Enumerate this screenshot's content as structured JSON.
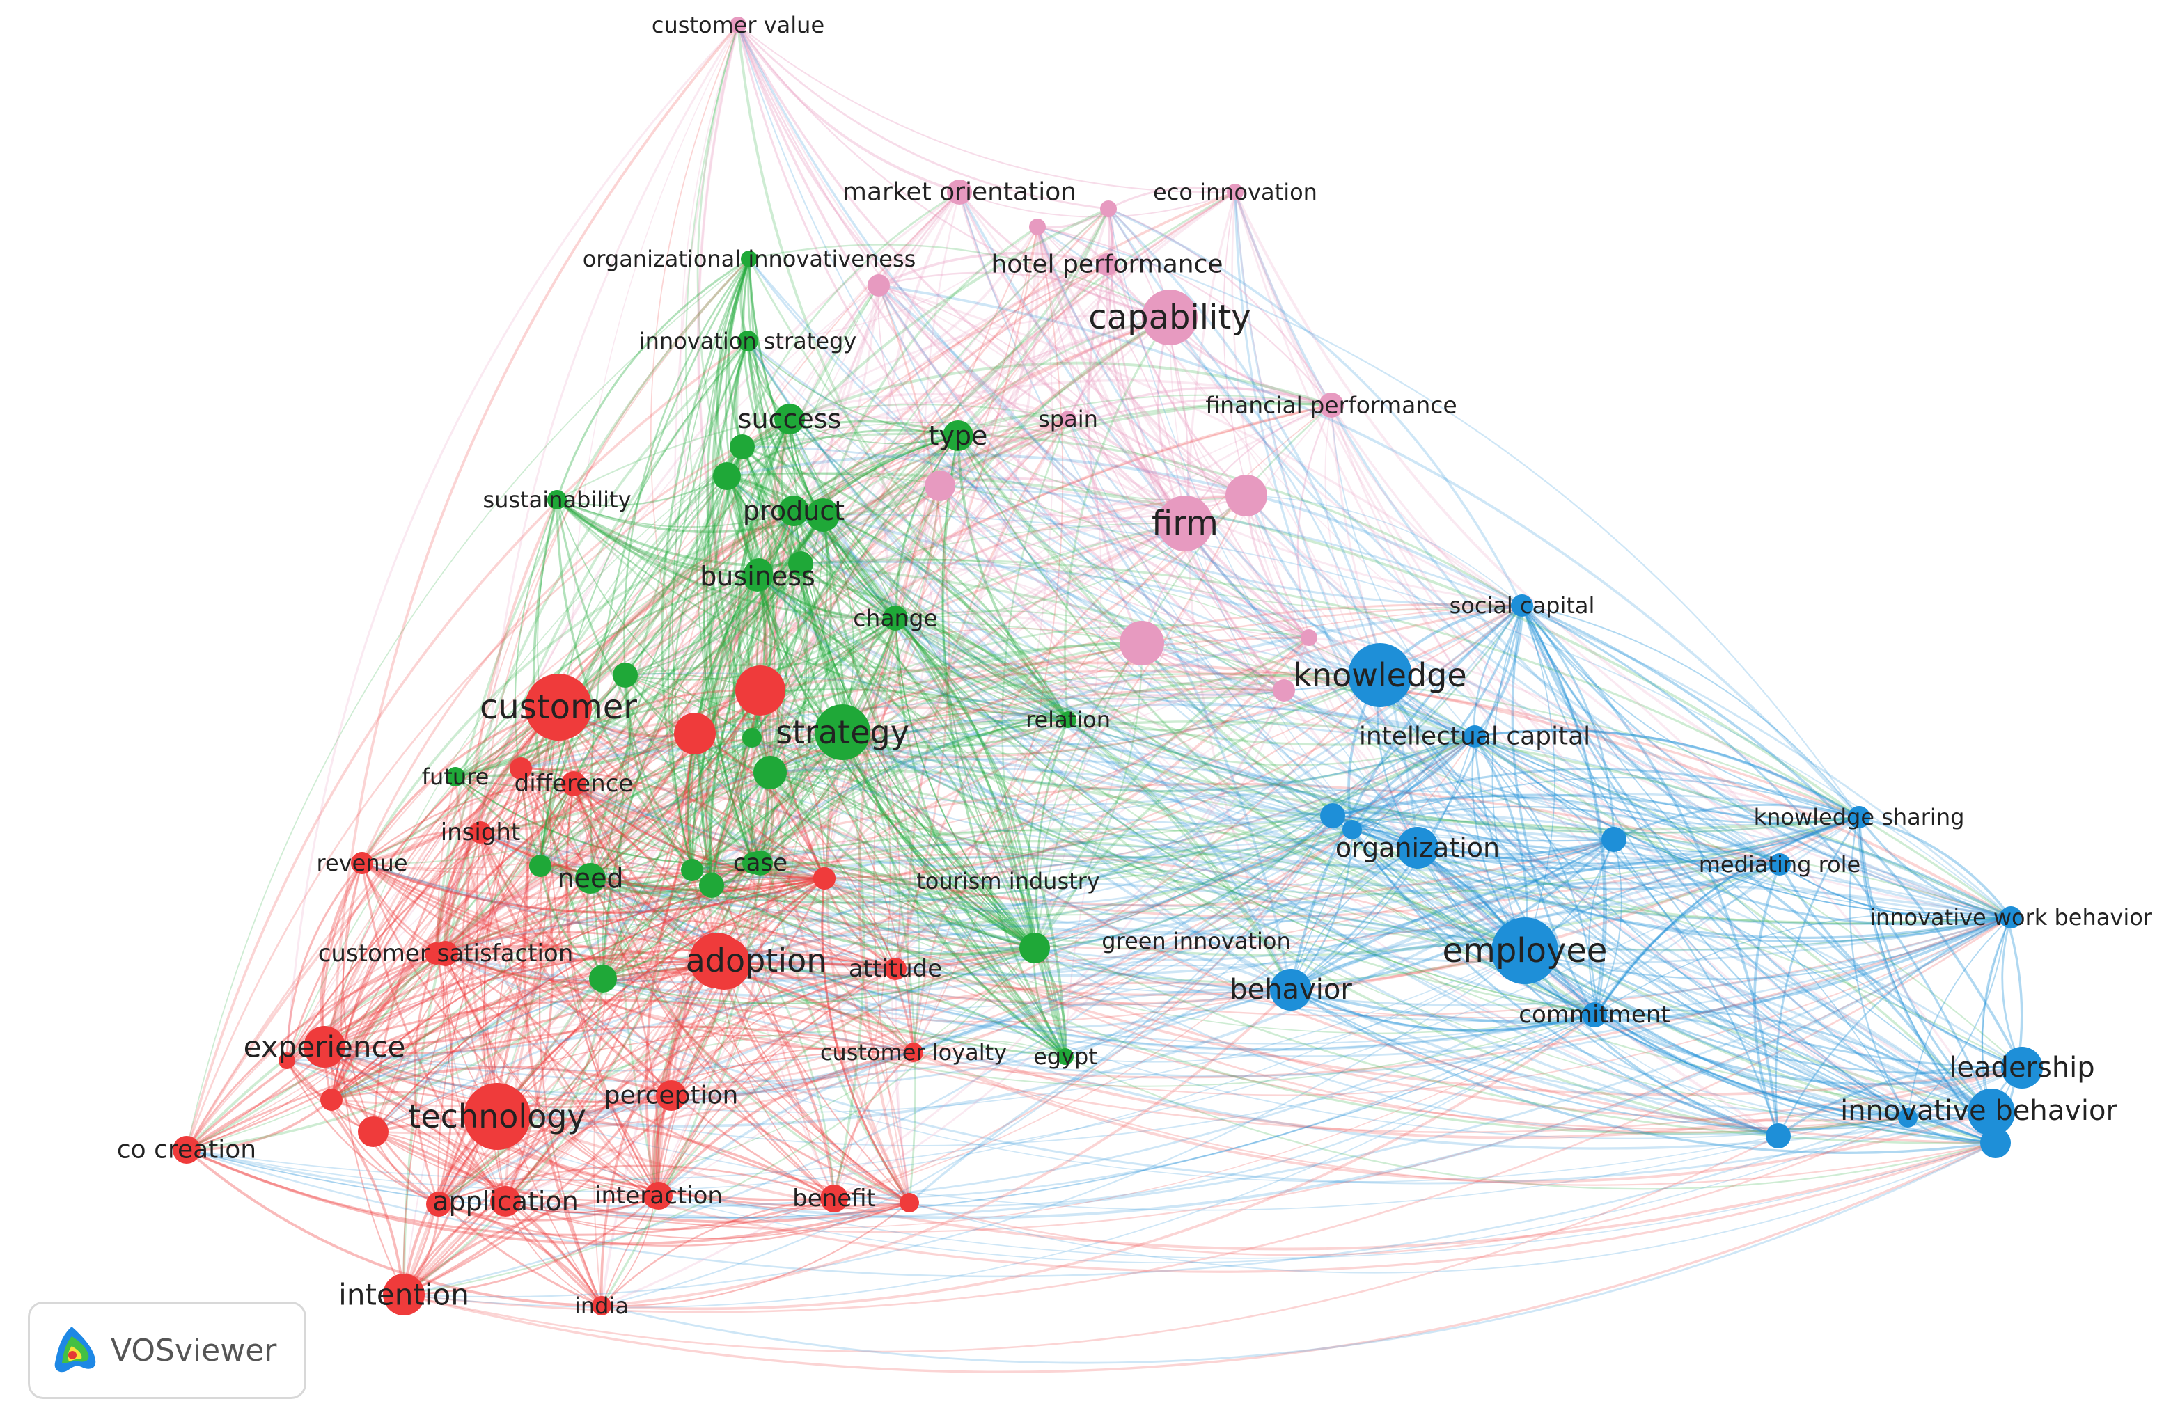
{
  "colors": {
    "red": "#ef3b3b",
    "green": "#1fa838",
    "blue": "#1e8fd8",
    "pink": "#e79ac0",
    "background": "#ffffff"
  },
  "brand": {
    "name": "VOSviewer",
    "icon": "vosviewer-logo-icon"
  },
  "nodes": [
    {
      "id": "customer-value",
      "label": "customer value",
      "cluster": "pink",
      "size": 2
    },
    {
      "id": "market-orientation",
      "label": "market orientation",
      "cluster": "pink",
      "size": 3
    },
    {
      "id": "eco-innovation",
      "label": "eco innovation",
      "cluster": "pink",
      "size": 2
    },
    {
      "id": "hotel-performance",
      "label": "hotel performance",
      "cluster": "pink",
      "size": 3
    },
    {
      "id": "capability",
      "label": "capability",
      "cluster": "pink",
      "size": 6
    },
    {
      "id": "financial-performance",
      "label": "financial performance",
      "cluster": "pink",
      "size": 3
    },
    {
      "id": "firm",
      "label": "firm",
      "cluster": "pink",
      "size": 6
    },
    {
      "id": "spain",
      "label": "spain",
      "cluster": "pink",
      "size": 2
    },
    {
      "id": "organizational-innovativeness",
      "label": "organizational innovativeness",
      "cluster": "green",
      "size": 2
    },
    {
      "id": "innovation-strategy",
      "label": "innovation strategy",
      "cluster": "green",
      "size": 3
    },
    {
      "id": "success",
      "label": "success",
      "cluster": "green",
      "size": 4
    },
    {
      "id": "type",
      "label": "type",
      "cluster": "green",
      "size": 4
    },
    {
      "id": "sustainability",
      "label": "sustainability",
      "cluster": "green",
      "size": 2
    },
    {
      "id": "product",
      "label": "product",
      "cluster": "green",
      "size": 4
    },
    {
      "id": "business",
      "label": "business",
      "cluster": "green",
      "size": 4
    },
    {
      "id": "change",
      "label": "change",
      "cluster": "green",
      "size": 3
    },
    {
      "id": "strategy",
      "label": "strategy",
      "cluster": "green",
      "size": 6
    },
    {
      "id": "relation",
      "label": "relation",
      "cluster": "green",
      "size": 2
    },
    {
      "id": "future",
      "label": "future",
      "cluster": "green",
      "size": 2
    },
    {
      "id": "need",
      "label": "need",
      "cluster": "green",
      "size": 4
    },
    {
      "id": "case",
      "label": "case",
      "cluster": "green",
      "size": 3
    },
    {
      "id": "green-innovation",
      "label": "green innovation",
      "cluster": "green",
      "size": 3
    },
    {
      "id": "egypt",
      "label": "egypt",
      "cluster": "green",
      "size": 2
    },
    {
      "id": "customer",
      "label": "customer",
      "cluster": "red",
      "size": 7
    },
    {
      "id": "difference",
      "label": "difference",
      "cluster": "red",
      "size": 3
    },
    {
      "id": "insight",
      "label": "insight",
      "cluster": "red",
      "size": 3
    },
    {
      "id": "revenue",
      "label": "revenue",
      "cluster": "red",
      "size": 2
    },
    {
      "id": "tourism-industry",
      "label": "tourism industry",
      "cluster": "red",
      "size": 2
    },
    {
      "id": "customer-satisfaction",
      "label": "customer satisfaction",
      "cluster": "red",
      "size": 3
    },
    {
      "id": "adoption",
      "label": "adoption",
      "cluster": "red",
      "size": 6
    },
    {
      "id": "attitude",
      "label": "attitude",
      "cluster": "red",
      "size": 3
    },
    {
      "id": "experience",
      "label": "experience",
      "cluster": "red",
      "size": 5
    },
    {
      "id": "customer-loyalty",
      "label": "customer loyalty",
      "cluster": "red",
      "size": 2
    },
    {
      "id": "technology",
      "label": "technology",
      "cluster": "red",
      "size": 7
    },
    {
      "id": "perception",
      "label": "perception",
      "cluster": "red",
      "size": 4
    },
    {
      "id": "co-creation",
      "label": "co creation",
      "cluster": "red",
      "size": 3
    },
    {
      "id": "application",
      "label": "application",
      "cluster": "red",
      "size": 4
    },
    {
      "id": "interaction",
      "label": "interaction",
      "cluster": "red",
      "size": 3
    },
    {
      "id": "benefit",
      "label": "benefit",
      "cluster": "red",
      "size": 3
    },
    {
      "id": "intention",
      "label": "intention",
      "cluster": "red",
      "size": 5
    },
    {
      "id": "india",
      "label": "india",
      "cluster": "red",
      "size": 2
    },
    {
      "id": "social-capital",
      "label": "social capital",
      "cluster": "blue",
      "size": 3
    },
    {
      "id": "knowledge",
      "label": "knowledge",
      "cluster": "blue",
      "size": 7
    },
    {
      "id": "intellectual-capital",
      "label": "intellectual capital",
      "cluster": "blue",
      "size": 3
    },
    {
      "id": "knowledge-sharing",
      "label": "knowledge sharing",
      "cluster": "blue",
      "size": 3
    },
    {
      "id": "organization",
      "label": "organization",
      "cluster": "blue",
      "size": 4
    },
    {
      "id": "mediating-role",
      "label": "mediating role",
      "cluster": "blue",
      "size": 3
    },
    {
      "id": "innovative-work-behavior",
      "label": "innovative work behavior",
      "cluster": "blue",
      "size": 3
    },
    {
      "id": "employee",
      "label": "employee",
      "cluster": "blue",
      "size": 8
    },
    {
      "id": "behavior",
      "label": "behavior",
      "cluster": "blue",
      "size": 5
    },
    {
      "id": "commitment",
      "label": "commitment",
      "cluster": "blue",
      "size": 3
    },
    {
      "id": "leadership",
      "label": "leadership",
      "cluster": "blue",
      "size": 5
    },
    {
      "id": "innovative-behavior",
      "label": "innovative behavior",
      "cluster": "blue",
      "size": 5
    }
  ]
}
